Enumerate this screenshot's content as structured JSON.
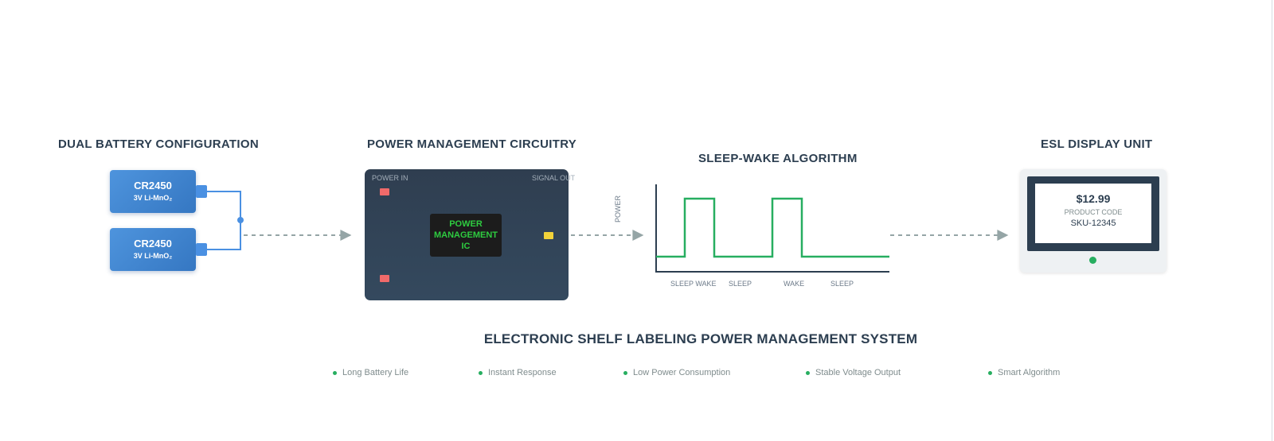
{
  "sections": {
    "battery": {
      "title": "DUAL BATTERY CONFIGURATION",
      "cells": [
        {
          "name": "CR2450",
          "chemistry": "3V Li-MnO₂"
        },
        {
          "name": "CR2450",
          "chemistry": "3V Li-MnO₂"
        }
      ]
    },
    "circuit": {
      "title": "POWER MANAGEMENT CIRCUITRY",
      "power_in_label": "POWER IN",
      "signal_out_label": "SIGNAL OUT",
      "ic_label_line1": "POWER",
      "ic_label_line2": "MANAGEMENT",
      "ic_label_line3": "IC"
    },
    "algorithm": {
      "title": "SLEEP-WAKE ALGORITHM",
      "y_axis_label": "POWER",
      "state_labels": [
        "SLEEP WAKE",
        "SLEEP",
        "WAKE",
        "SLEEP"
      ]
    },
    "display": {
      "title": "ESL DISPLAY UNIT",
      "price": "$12.99",
      "product_code_label": "PRODUCT CODE",
      "sku": "SKU-12345"
    }
  },
  "system_title": "ELECTRONIC SHELF LABELING POWER MANAGEMENT SYSTEM",
  "features": [
    "Long Battery Life",
    "Instant Response",
    "Low Power Consumption",
    "Stable Voltage Output",
    "Smart Algorithm"
  ],
  "colors": {
    "battery_blue": "#3a86d1",
    "board_dark": "#34495e",
    "ic_green": "#2ecc40",
    "signal_green": "#27ae60",
    "arrow_gray": "#95a5a6",
    "title_navy": "#2c3e50"
  },
  "icons": {
    "status": "status-dot-icon",
    "signal": "signal-antenna-icon"
  }
}
